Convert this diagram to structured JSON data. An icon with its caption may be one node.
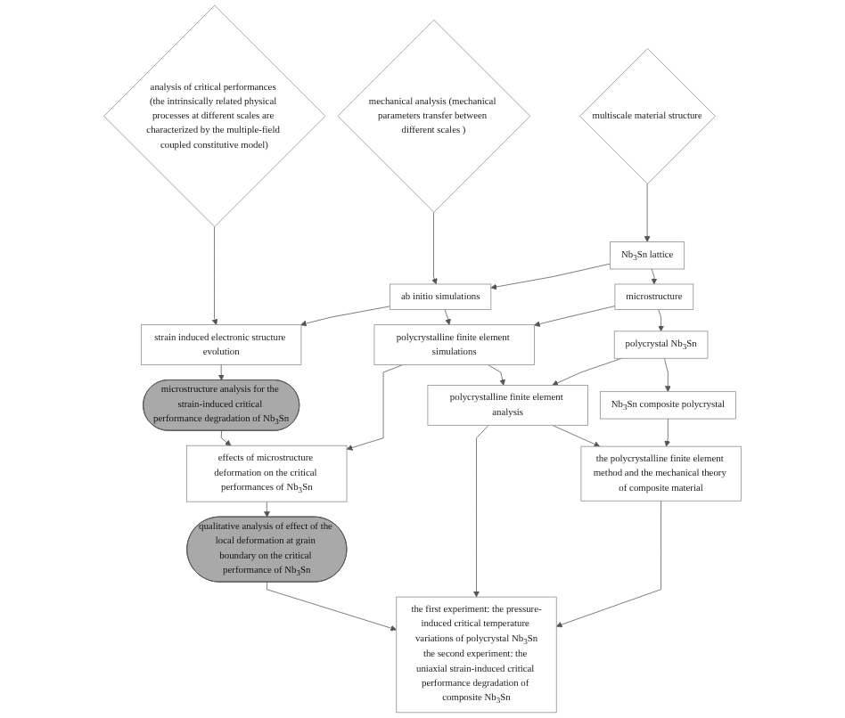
{
  "diagram": {
    "nodes": [
      {
        "text": [
          "multiscale material structure"
        ]
      },
      {
        "text": [
          "mechanical analysis (mechanical parameters transfer between different scales )"
        ]
      },
      {
        "text": [
          "analysis of critical performances (the intrinsically related physical processes at different scales are characterized by the multiple-field coupled constitutive model)"
        ]
      },
      {
        "text": [
          "Nb$_{3}$Sn lattice"
        ]
      },
      {
        "text": [
          "ab initio simulations"
        ]
      },
      {
        "text": [
          "strain induced electronic structure evolution"
        ]
      },
      {
        "text": [
          "microstructure analysis for the strain-induced critical performance degradation of Nb$_{3}$Sn"
        ]
      },
      {
        "text": [
          "microstructure"
        ]
      },
      {
        "text": [
          "polycrystalline finite element simulations"
        ]
      },
      {
        "text": [
          "effects of microstructure deformation on the critical performances of Nb$_{3}$Sn"
        ]
      },
      {
        "text": [
          "qualitative analysis of effect of the local deformation at grain boundary on the critical performance of Nb$_{3}$Sn"
        ]
      },
      {
        "text": [
          "polycrystal Nb$_{3}$Sn"
        ]
      },
      {
        "text": [
          "polycrystalline finite element analysis"
        ]
      },
      {
        "text": [
          "the first experiment: the pressure-induced critical temperature variations of polycrystal Nb$_{3}$Sn",
          "the second experiment: the uniaxial strain-induced critical performance degradation of composite Nb$_{3}$Sn"
        ]
      },
      {
        "text": [
          "Nb$_{3}$Sn composite polycrystal"
        ]
      },
      {
        "text": [
          "the polycrystalline finite element method and the mechanical theory of composite material"
        ]
      }
    ],
    "edges": [
      {
        "from": 0,
        "to": 3,
        "arrow": "to"
      },
      {
        "from": 1,
        "to": 4,
        "arrow": "to"
      },
      {
        "from": 2,
        "to": 5,
        "arrow": "to"
      },
      {
        "from": 3,
        "to": 4,
        "arrow": "to"
      },
      {
        "from": 4,
        "to": 5,
        "arrow": "to"
      },
      {
        "from": 3,
        "to": 7,
        "arrow": "to"
      },
      {
        "from": 4,
        "to": 8,
        "arrow": "to"
      },
      {
        "from": 5,
        "to": 6,
        "arrow": "to"
      },
      {
        "from": 6,
        "to": 9,
        "arrow": "to"
      },
      {
        "from": 7,
        "to": 8,
        "arrow": "to"
      },
      {
        "from": 8,
        "to": 9,
        "arrow": "to"
      },
      {
        "from": 9,
        "to": 10,
        "arrow": "to"
      },
      {
        "from": 10,
        "to": 13,
        "arrow": "to"
      },
      {
        "from": 7,
        "to": 11,
        "arrow": "to"
      },
      {
        "from": 8,
        "to": 12,
        "arrow": "to"
      },
      {
        "from": 11,
        "to": 12,
        "arrow": "to"
      },
      {
        "from": 12,
        "to": 13,
        "arrow": "to"
      },
      {
        "from": 11,
        "to": 14,
        "arrow": "to"
      },
      {
        "from": 12,
        "to": 15,
        "arrow": "to"
      },
      {
        "from": 14,
        "to": 15,
        "arrow": "to"
      },
      {
        "from": 15,
        "to": 13,
        "arrow": "to"
      }
    ]
  }
}
